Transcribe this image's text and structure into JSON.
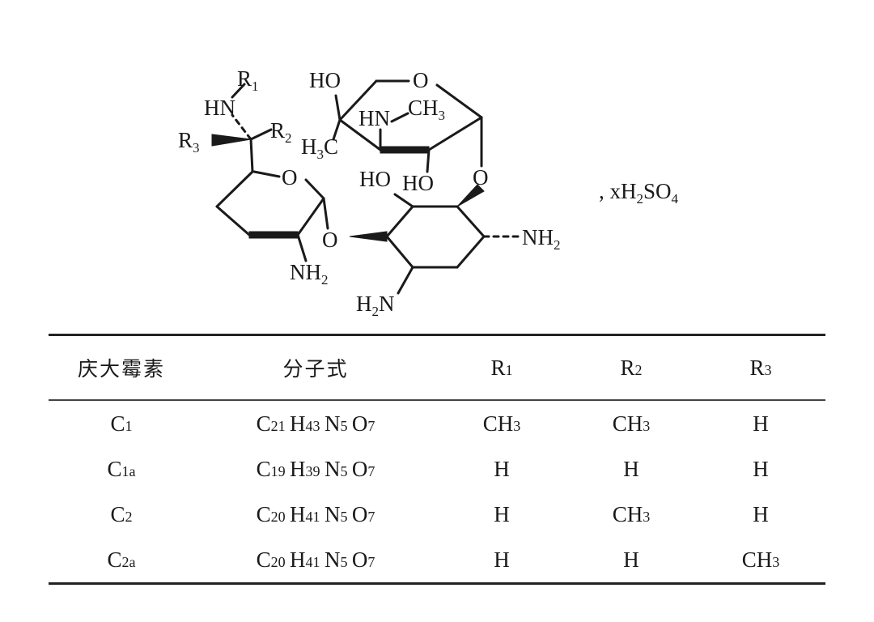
{
  "structure": {
    "labels": {
      "r1": "R",
      "r1_sub": "1",
      "hn_top": "HN",
      "r2": "R",
      "r2_sub": "2",
      "r3": "R",
      "r3_sub": "3",
      "ho_top": "HO",
      "o_ring_top": "O",
      "hn_ch3": "HN",
      "ch3": "CH",
      "ch3_sub": "3",
      "h3c": "H",
      "h3c_sub": "3",
      "h3c_c": "C",
      "o_left_ring": "O",
      "ho_mid": "HO",
      "ho_mid2": "HO",
      "o_link_right": "O",
      "o_link_left": "O",
      "nh2_right": "NH",
      "nh2_right_sub": "2",
      "nh2_left": "NH",
      "nh2_left_sub": "2",
      "h2n": "H",
      "h2n_sub": "2",
      "h2n_n": "N",
      "salt": ", xH",
      "salt_sub1": "2",
      "salt_so": "SO",
      "salt_sub2": "4"
    }
  },
  "table": {
    "headers": {
      "name": "庆大霉素",
      "formula": "分子式",
      "r1": "R",
      "r1_sub": "1",
      "r2": "R",
      "r2_sub": "2",
      "r3": "R",
      "r3_sub": "3"
    },
    "rows": [
      {
        "name": "C",
        "name_sub": "1",
        "f": [
          "C",
          "21",
          "H",
          "43",
          "N",
          "5",
          "O",
          "7"
        ],
        "r1": "CH",
        "r1_sub": "3",
        "r2": "CH",
        "r2_sub": "3",
        "r3": "H",
        "r3_sub": ""
      },
      {
        "name": "C",
        "name_sub": "1a",
        "f": [
          "C",
          "19",
          "H",
          "39",
          "N",
          "5",
          "O",
          "7"
        ],
        "r1": "H",
        "r1_sub": "",
        "r2": "H",
        "r2_sub": "",
        "r3": "H",
        "r3_sub": ""
      },
      {
        "name": "C",
        "name_sub": "2",
        "f": [
          "C",
          "20",
          "H",
          "41",
          "N",
          "5",
          "O",
          "7"
        ],
        "r1": "H",
        "r1_sub": "",
        "r2": "CH",
        "r2_sub": "3",
        "r3": "H",
        "r3_sub": ""
      },
      {
        "name": "C",
        "name_sub": "2a",
        "f": [
          "C",
          "20",
          "H",
          "41",
          "N",
          "5",
          "O",
          "7"
        ],
        "r1": "H",
        "r1_sub": "",
        "r2": "H",
        "r2_sub": "",
        "r3": "CH",
        "r3_sub": "3"
      }
    ]
  }
}
